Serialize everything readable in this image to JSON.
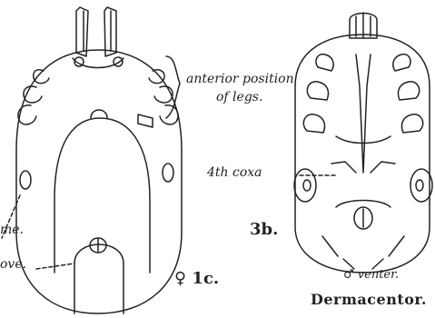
{
  "labels": {
    "anterior_line1": "anterior position",
    "anterior_line2": "of legs.",
    "coxa": "4th coxa",
    "coxa_sup": "th",
    "me": "me.",
    "groove": "ove.",
    "fig_1c": "♀ 1c.",
    "fig_3b": "3b.",
    "venter": "♂ venter.",
    "genus": "Dermacentor."
  },
  "colors": {
    "ink": "#222222",
    "paper": "#ffffff"
  }
}
